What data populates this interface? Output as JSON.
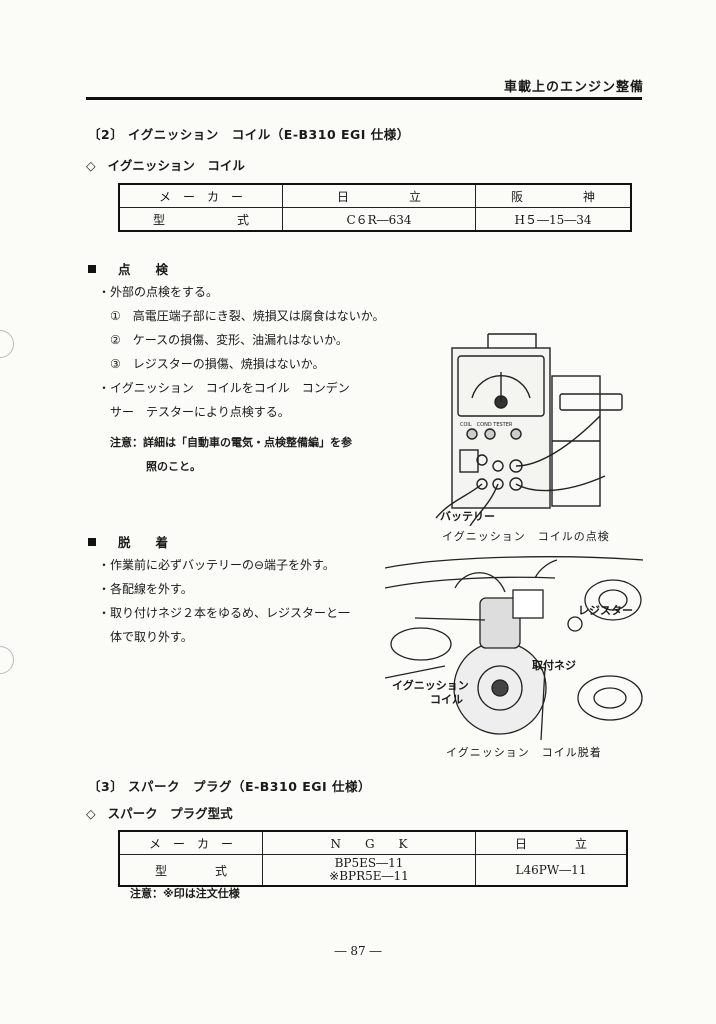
{
  "header": {
    "title": "車載上のエンジン整備"
  },
  "section2": {
    "heading": "〔2〕 イグニッション　コイル（E-B310 EGI 仕様）",
    "subheading": "イグニッション　コイル",
    "diamond": "◇",
    "table": {
      "header": [
        "メ　ー　カ　ー",
        "日　　　　　立",
        "阪　　　　　神"
      ],
      "row": [
        "型　　　　　　式",
        "C６R―634",
        "H５―15―34"
      ]
    }
  },
  "inspection": {
    "heading": "点　　検",
    "lines": [
      "・外部の点検をする。",
      "①　高電圧端子部にき裂、焼損又は腐食はないか。",
      "②　ケースの損傷、変形、油漏れはないか。",
      "③　レジスターの損傷、焼損はないか。",
      "・イグニッション　コイルをコイル　コンデン",
      "サー　テスターにより点検する。"
    ],
    "note_label": "注意：",
    "note_line1": "詳細は「自動車の電気・点検整備編」を参",
    "note_line2": "照のこと。"
  },
  "figure1": {
    "tester_label": "COIL　COND TESTER",
    "battery_label": "バッテリー",
    "caption": "イグニッション　コイルの点検"
  },
  "removal": {
    "heading": "脱　　着",
    "lines": [
      "・作業前に必ずバッテリーの⊖端子を外す。",
      "・各配線を外す。",
      "・取り付けネジ２本をゆるめ、レジスターと一",
      "体で取り外す。"
    ]
  },
  "figure2": {
    "label_resistor": "レジスター",
    "label_screw": "取付ネジ",
    "label_coil1": "イグニッション",
    "label_coil2": "コイル",
    "caption": "イグニッション　コイル脱着"
  },
  "section3": {
    "heading": "〔3〕 スパーク　プラグ（E-B310 EGI 仕様）",
    "subheading": "スパーク　プラグ型式",
    "diamond": "◇",
    "table": {
      "header": [
        "メ　ー　カ　ー",
        "N　　G　　K",
        "日　　　　立"
      ],
      "row_label": "型　　　　式",
      "ngk_line1": "BP5ES―11",
      "ngk_line2": "※BPR5E―11",
      "hitachi": "L46PW―11"
    },
    "note": "注意：※印は注文仕様"
  },
  "footer": {
    "page": "― 87 ―"
  }
}
